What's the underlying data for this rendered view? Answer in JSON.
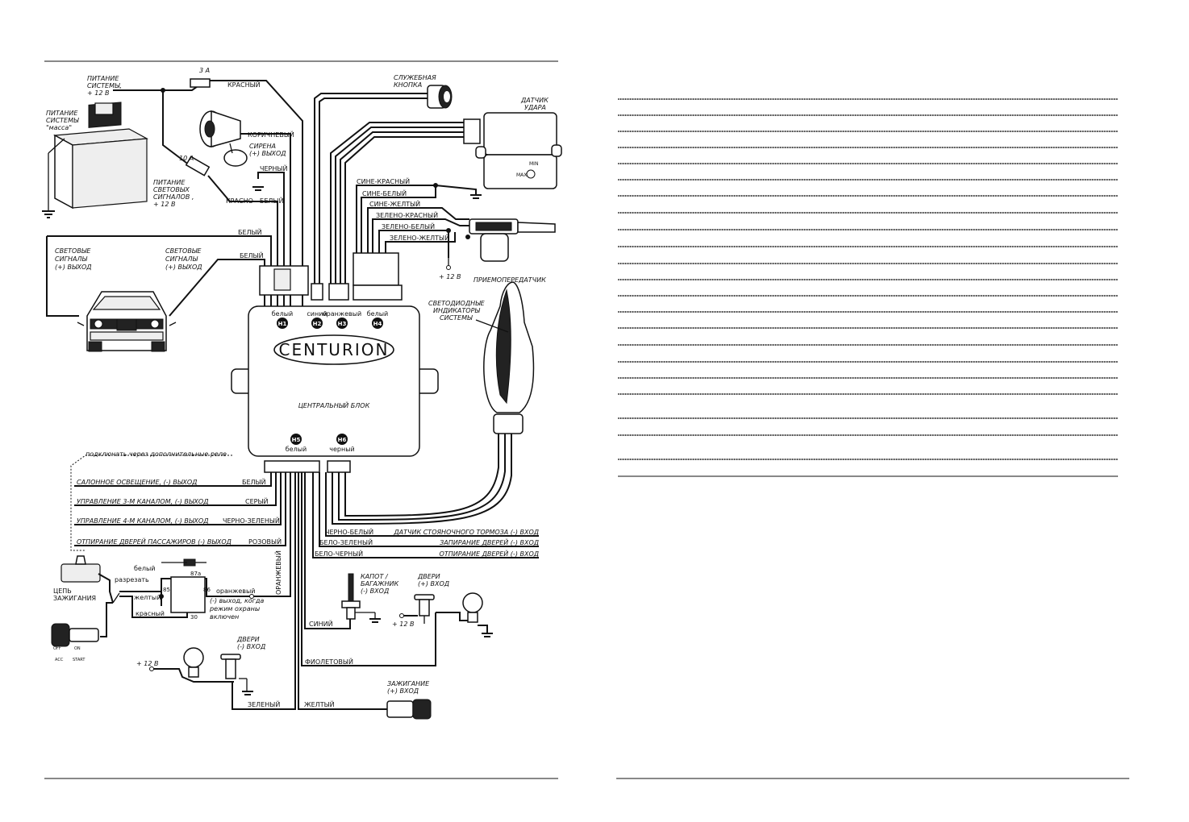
{
  "central_unit": {
    "brand": "CENTURION",
    "caption": "ЦЕНТРАЛЬНЫЙ БЛОК",
    "connectors_top": [
      {
        "id": "H1",
        "color_label": "белый"
      },
      {
        "id": "H2",
        "color_label": "синий"
      },
      {
        "id": "H3",
        "color_label": "оранжевый"
      },
      {
        "id": "H4",
        "color_label": "белый"
      }
    ],
    "connectors_bottom": [
      {
        "id": "H5",
        "color_label": "белый"
      },
      {
        "id": "H6",
        "color_label": "черный"
      }
    ]
  },
  "power": {
    "system_power": "ПИТАНИЕ СИСТЕМЫ, + 12 В",
    "ground": "ПИТАНИЕ СИСТЕМЫ \"масса\"",
    "fuse_main": "3 А",
    "fuse_lights": "10 А",
    "light_power": "ПИТАНИЕ СВЕТОВЫХ СИГНАЛОВ , + 12 В"
  },
  "siren": {
    "label": "СИРЕНА (+) выход"
  },
  "service_button": "СЛУЖЕБНАЯ КНОПКА",
  "shock_sensor": {
    "label": "ДАТЧИК УДАРА",
    "min": "MIN",
    "max": "MAX"
  },
  "transceiver": "ПРИЕМОПЕРЕДАТЧИК",
  "led": "СВЕТОДИОДНЫЕ ИНДИКАТОРЫ СИСТЕМЫ",
  "lights_left": "СВЕТОВЫЕ СИГНАЛЫ (+) выход",
  "lights_right": "СВЕТОВЫЕ СИГНАЛЫ (+) выход",
  "plus12": "+ 12 В",
  "wires": {
    "red": "КРАСНЫЙ",
    "brown": "КОРИЧНЕВЫЙ",
    "black": "ЧЕРНЫЙ",
    "red_white": "КРАСНО - БЕЛЫЙ",
    "white1": "БЕЛЫЙ",
    "white2": "БЕЛЫЙ",
    "blue_red": "СИНЕ-КРАСНЫЙ",
    "blue_white": "СИНЕ-БЕЛЫЙ",
    "blue_yellow": "СИНЕ-ЖЕЛТЫЙ",
    "green_red": "ЗЕЛЕНО-КРАСНЫЙ",
    "green_white": "ЗЕЛЕНО-БЕЛЫЙ",
    "green_yellow": "ЗЕЛЕНО-ЖЕЛТЫЙ"
  },
  "relay_note": "подключать через дополнительные реле",
  "outputs_left": [
    {
      "name": "САЛОННОЕ ОСВЕЩЕНИЕ,  (-) выход",
      "wire": "БЕЛЫЙ"
    },
    {
      "name": "УПРАВЛЕНИЕ 3-м КАНАЛОМ,  (-) выход",
      "wire": "СЕРЫЙ"
    },
    {
      "name": "УПРАВЛЕНИЕ 4-м КАНАЛОМ,  (-) выход",
      "wire": "ЧЕРНО-ЗЕЛЕНЫЙ"
    },
    {
      "name": "ОТПИРАНИЕ ДВЕРЕЙ ПАССАЖИРОВ (-) выход",
      "wire": "РОЗОВЫЙ"
    }
  ],
  "inputs_right": [
    {
      "wire": "ЧЕРНО-БЕЛЫЙ",
      "name": "ДАТЧИК СТОЯНОЧНОГО ТОРМОЗА (-) вход"
    },
    {
      "wire": "БЕЛО-ЗЕЛЕНЫЙ",
      "name": "ЗАПИРАНИЕ ДВЕРЕЙ (-) вход"
    },
    {
      "wire": "БЕЛО-ЧЕРНЫЙ",
      "name": "ОТПИРАНИЕ ДВЕРЕЙ (-) вход"
    }
  ],
  "ignition": {
    "circuit": "ЦЕПЬ ЗАЖИГАНИЯ",
    "cut": "разрезать",
    "white": "белый",
    "yellow": "желтый",
    "red": "красный",
    "orange": "оранжевый",
    "orange_wire": "ОРАНЖЕВЫЙ",
    "relay_pins": [
      "85",
      "87а",
      "86",
      "30"
    ],
    "output_note": "(-) выход, когда режим охраны включен",
    "switch_positions": [
      "OFF",
      "ON",
      "ACC",
      "START"
    ]
  },
  "hood": {
    "label": "КАПОТ / БАГАЖНИК (-) вход",
    "wire": "СИНИЙ"
  },
  "doors_plus": {
    "label": "ДВЕРИ (+) вход"
  },
  "doors_minus": {
    "label": "ДВЕРИ (-) вход"
  },
  "violet": "ФИОЛЕТОВЫЙ",
  "green": "ЗЕЛЕНЫЙ",
  "yellow": "ЖЕЛТЫЙ",
  "ignition_input": "ЗАЖИГАНИЕ (+) вход"
}
